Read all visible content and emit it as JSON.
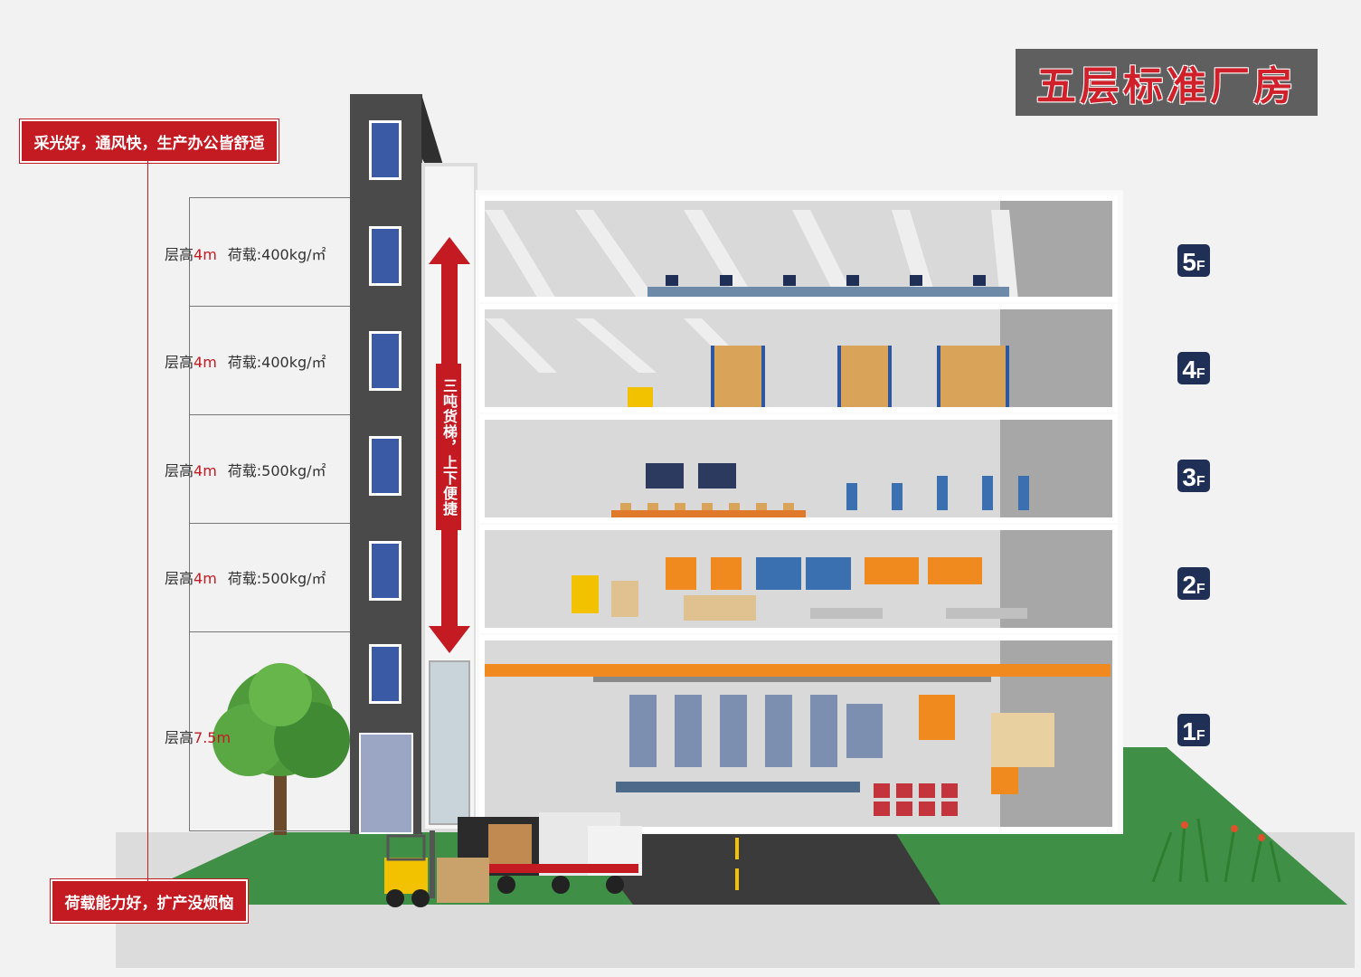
{
  "title": "五层标准厂房",
  "banner_top": "采光好，通风快，生产办公皆舒适",
  "banner_bottom": "荷载能力好，扩产没烦恼",
  "elevator_text": "三吨货梯，上下便捷",
  "specs": [
    {
      "prefix": "层高",
      "height": "4m",
      "load_label": "荷载:400kg/㎡"
    },
    {
      "prefix": "层高",
      "height": "4m",
      "load_label": "荷载:400kg/㎡"
    },
    {
      "prefix": "层高",
      "height": "4m",
      "load_label": "荷载:500kg/㎡"
    },
    {
      "prefix": "层高",
      "height": "4m",
      "load_label": "荷载:500kg/㎡"
    },
    {
      "prefix": "层高",
      "height": "7.5m",
      "load_label": ""
    }
  ],
  "floors": [
    {
      "num": "5",
      "suffix": "F"
    },
    {
      "num": "4",
      "suffix": "F"
    },
    {
      "num": "3",
      "suffix": "F"
    },
    {
      "num": "2",
      "suffix": "F"
    },
    {
      "num": "1",
      "suffix": "F"
    }
  ],
  "colors": {
    "accent_red": "#c41a22",
    "badge_navy": "#1f2f55",
    "title_bg": "#5f5f5f",
    "grass": "#3a8a43",
    "robot_orange": "#f08a1e",
    "machine_blue": "#3a6fb0"
  }
}
